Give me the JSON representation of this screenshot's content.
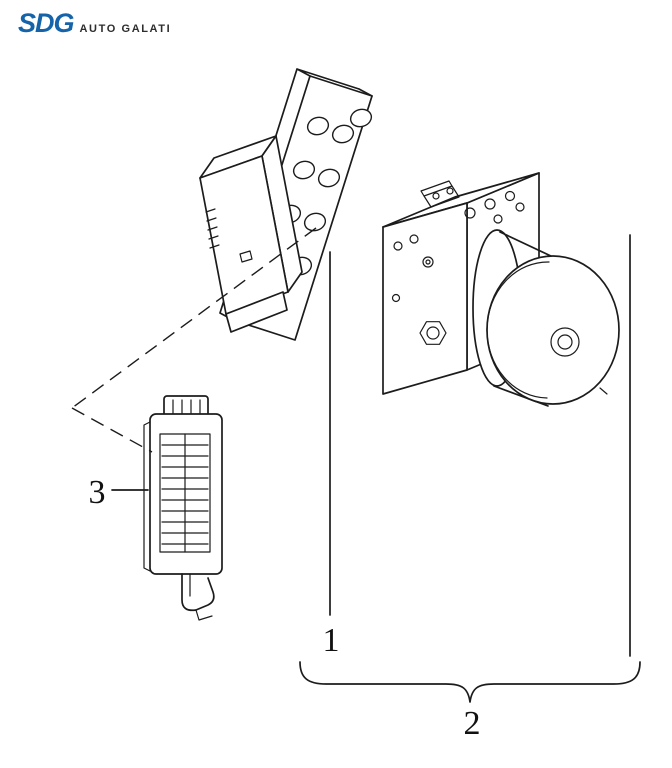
{
  "brand": {
    "name": "SDG",
    "tagline": "AUTO GALATI",
    "brand_color": "#1563a8",
    "tagline_color": "#2d2d2d"
  },
  "diagram": {
    "stroke_color": "#1c1c1c",
    "callout_1": "1",
    "callout_2": "2",
    "callout_3": "3"
  }
}
